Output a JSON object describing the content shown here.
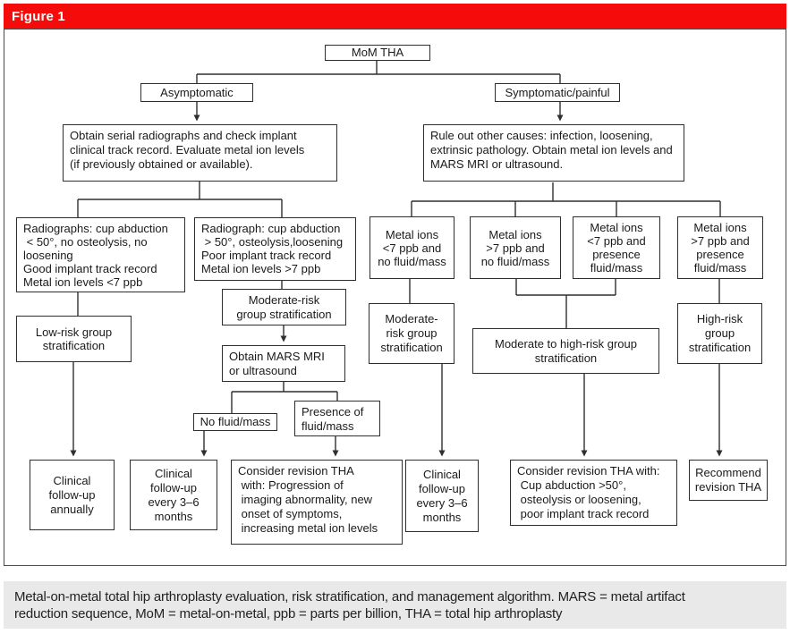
{
  "figure": {
    "label": "Figure 1"
  },
  "colors": {
    "header_red": "#f60b0b",
    "header_text": "#ffffff",
    "caption_bg": "#e9e9e9",
    "box_border": "#2e2e2e",
    "connector": "#2f2f2f",
    "background": "#ffffff"
  },
  "diagram_type": "flowchart",
  "nodes": {
    "mom_tha": {
      "text": "MoM THA"
    },
    "asymptomatic": {
      "text": "Asymptomatic"
    },
    "symptomatic": {
      "text": "Symptomatic/painful"
    },
    "obtain_serial": {
      "text": "Obtain serial radiographs and check implant\nclinical track record. Evaluate metal ion levels\n(if previously obtained or available)."
    },
    "rule_out": {
      "text": "Rule out other causes: infection, loosening,\nextrinsic pathology. Obtain metal ion levels and\nMARS MRI or ultrasound."
    },
    "radiographs_low": {
      "text": "Radiographs: cup abduction\n < 50°, no osteolysis, no\nloosening\nGood implant track record\nMetal ion levels <7 ppb"
    },
    "radiograph_high": {
      "text": "Radiograph: cup abduction\n > 50°, osteolysis,loosening\nPoor implant track record\nMetal ion levels >7 ppb"
    },
    "ions1": {
      "text": "Metal ions\n<7 ppb and\nno fluid/mass"
    },
    "ions2": {
      "text": "Metal ions\n>7 ppb and\nno fluid/mass"
    },
    "ions3": {
      "text": "Metal ions\n<7 ppb and\npresence\nfluid/mass"
    },
    "ions4": {
      "text": "Metal ions\n>7 ppb and\npresence\nfluid/mass"
    },
    "low_risk": {
      "text": "Low-risk group\nstratification"
    },
    "mod_risk_mid": {
      "text": "Moderate-risk\ngroup stratification"
    },
    "obtain_mars": {
      "text": "Obtain MARS MRI\nor ultrasound"
    },
    "mod_risk_c": {
      "text": "Moderate-\nrisk group\nstratification"
    },
    "mod_high": {
      "text": "Moderate to high-risk group\nstratification"
    },
    "high_risk": {
      "text": "High-risk\ngroup\nstratification"
    },
    "no_fluid": {
      "text": "No fluid/mass"
    },
    "presence_fluid": {
      "text": "Presence of\nfluid/mass"
    },
    "fu_annual": {
      "text": "Clinical\nfollow-up\nannually"
    },
    "fu_36_a": {
      "text": "Clinical\nfollow-up\nevery 3–6\nmonths"
    },
    "consider_rev_a": {
      "text": "Consider revision THA\n with: Progression of\n imaging abnormality, new\n onset of symptoms,\n increasing metal ion levels"
    },
    "fu_36_b": {
      "text": "Clinical\nfollow-up\nevery 3–6\nmonths"
    },
    "consider_rev_b": {
      "text": "Consider revision THA with:\n Cup abduction >50°,\n osteolysis or loosening,\n poor implant track record"
    },
    "recommend": {
      "text": "Recommend\nrevision THA"
    }
  },
  "caption": {
    "text": "Metal-on-metal total hip arthroplasty evaluation, risk stratification, and management algorithm. MARS = metal artifact\nreduction sequence, MoM = metal-on-metal, ppb = parts per billion, THA = total hip arthroplasty"
  }
}
